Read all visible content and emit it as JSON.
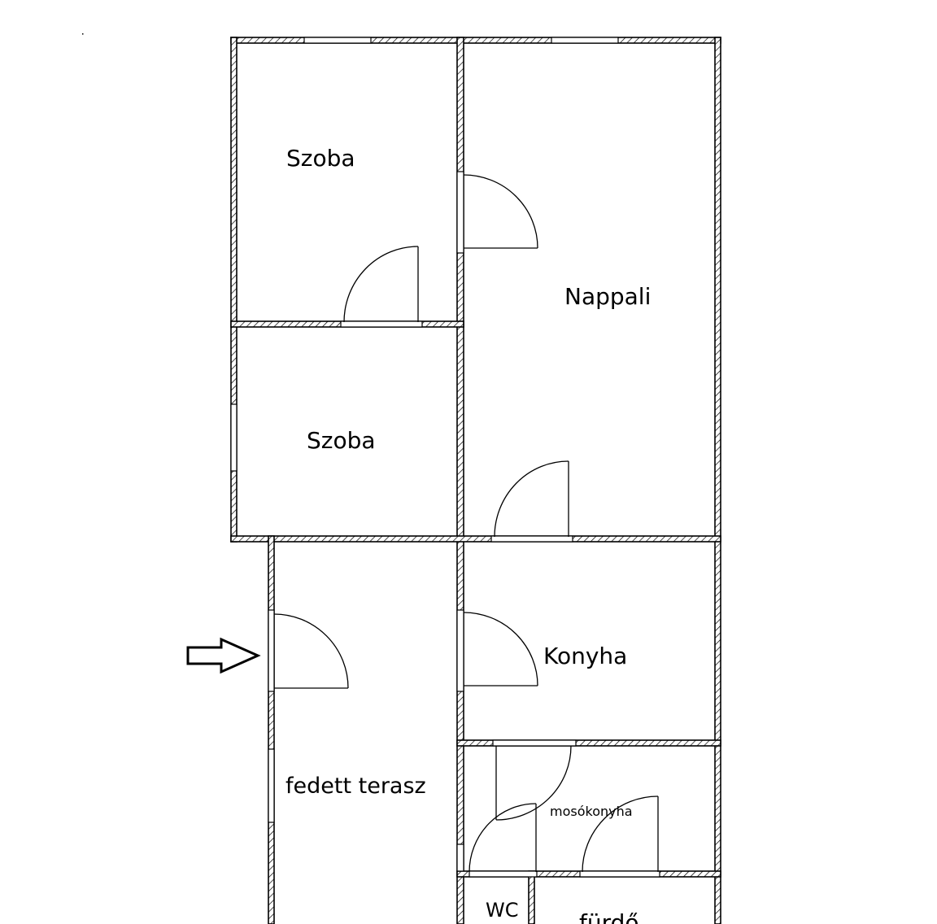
{
  "plan": {
    "rooms": [
      {
        "id": "szoba-1",
        "label": "Szoba"
      },
      {
        "id": "nappali",
        "label": "Nappali"
      },
      {
        "id": "szoba-2",
        "label": "Szoba"
      },
      {
        "id": "konyha",
        "label": "Konyha"
      },
      {
        "id": "fedett-terasz",
        "label": "fedett terasz"
      },
      {
        "id": "mosokonyha",
        "label": "mosókonyha"
      },
      {
        "id": "wc",
        "label": "WC"
      },
      {
        "id": "furdo",
        "label": "fürdő"
      }
    ],
    "entrance_arrow": "entrance-arrow-icon",
    "colors": {
      "line": "#000000",
      "background": "#ffffff"
    }
  }
}
